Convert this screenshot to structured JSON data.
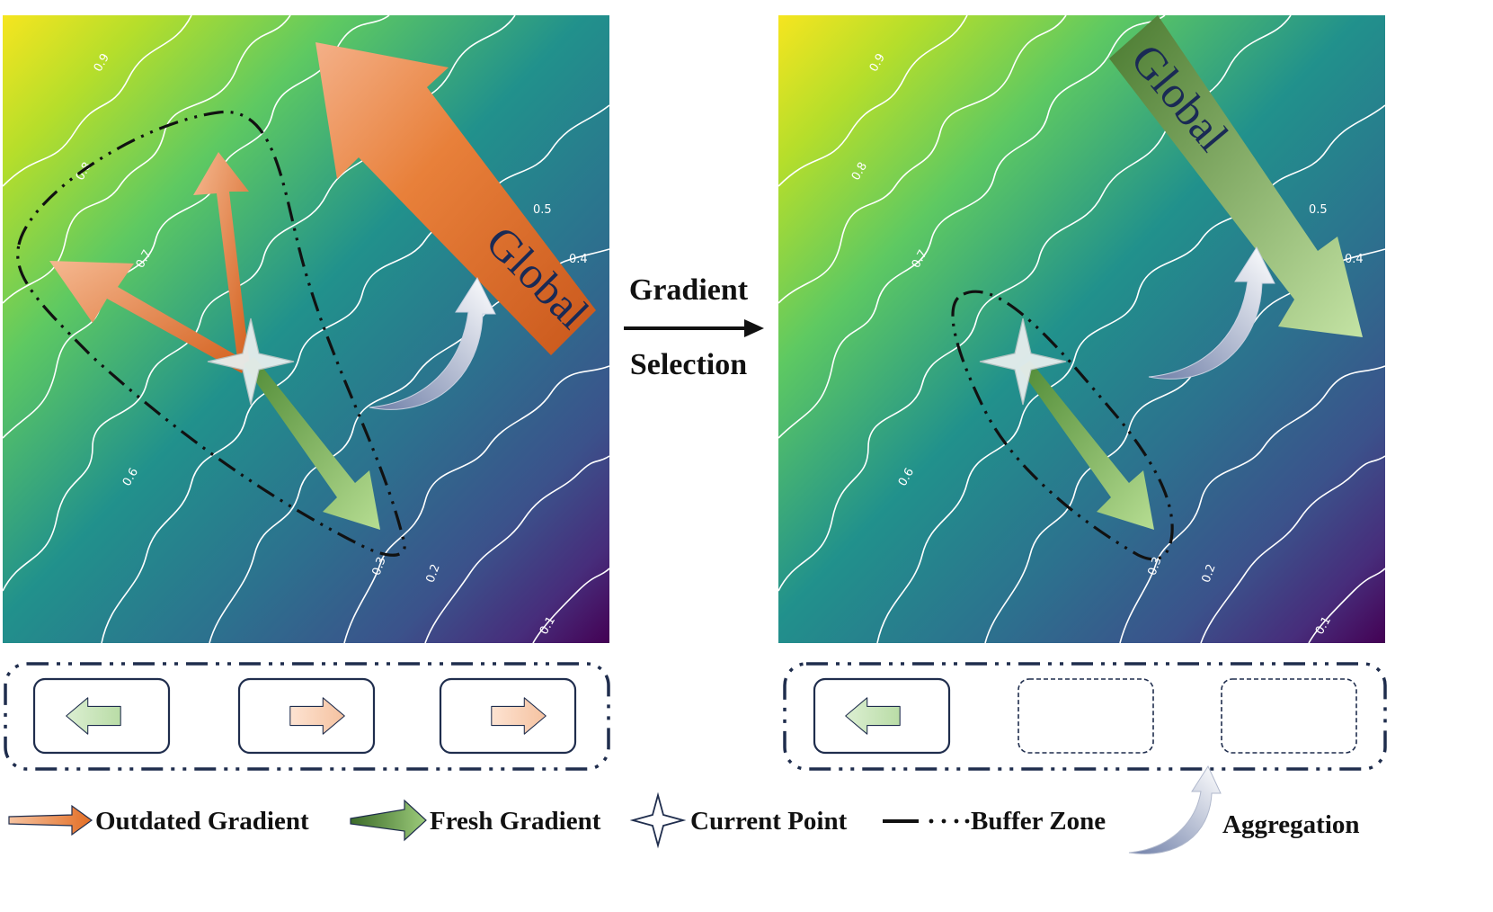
{
  "center_label": {
    "line1": "Gradient",
    "line2": "Selection"
  },
  "global_label": "Global",
  "contour_levels": [
    "0.9",
    "0.8",
    "0.7",
    "0.6",
    "0.5",
    "0.4",
    "0.3",
    "0.2",
    "0.1"
  ],
  "legend": {
    "outdated": "Outdated Gradient",
    "fresh": "Fresh Gradient",
    "current": "Current Point",
    "buffer": "Buffer Zone",
    "aggregation": "Aggregation"
  },
  "colors": {
    "viridis_high": "#f6e51f",
    "viridis_mid": "#21918c",
    "viridis_low": "#440154",
    "outdated_arrow": "#e8742c",
    "fresh_arrow": "#6aa84f",
    "buffer_border": "#1f2d4d"
  },
  "buffer_slots_left": [
    "left-arrow",
    "right-arrow",
    "right-arrow"
  ],
  "buffer_slots_right": [
    "left-arrow",
    "empty",
    "empty"
  ]
}
